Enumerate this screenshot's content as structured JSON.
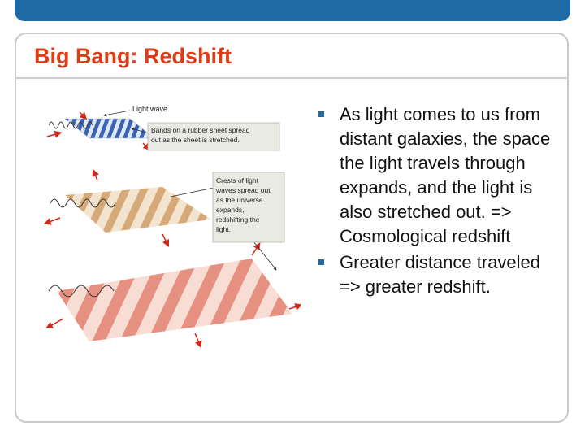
{
  "slide": {
    "title": "Big Bang: Redshift",
    "figure": {
      "label_light_wave": "Light wave",
      "callout_bands_lines": [
        "Bands on a rubber sheet spread",
        "out as the sheet is stretched."
      ],
      "callout_crests_lines": [
        "Crests of light",
        "waves spread out",
        "as the universe",
        "expands,",
        "redshifting the",
        "light."
      ]
    },
    "bullets": [
      "As light comes to us from distant galaxies, the space the light travels through expands, and the light is also stretched out. => Cosmological redshift",
      "Greater distance traveled => greater redshift."
    ]
  },
  "colors": {
    "accent_blue": "#1f6aa5",
    "title_red": "#e03a16",
    "frame_gray": "#c9c9c9"
  }
}
